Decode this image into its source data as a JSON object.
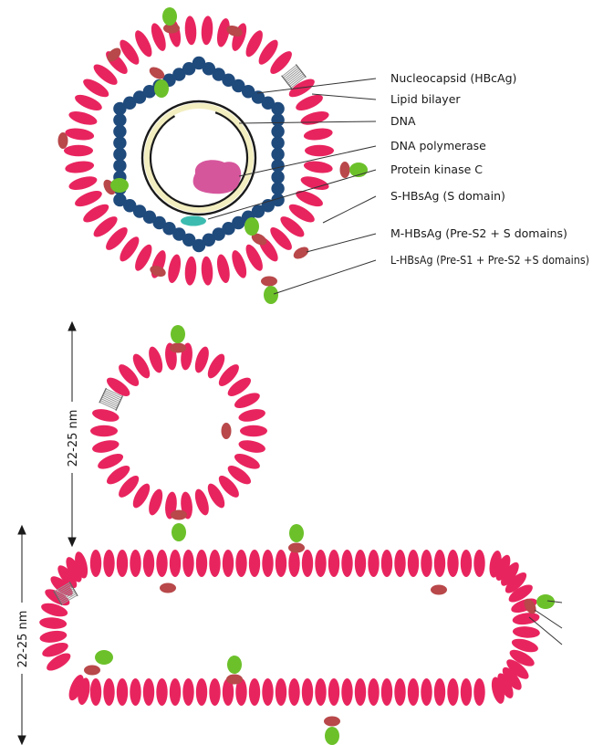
{
  "labels": {
    "nucleocapsid": "Nucleocapsid (HBcAg)",
    "lipid_bilayer": "Lipid  bilayer",
    "dna": "DNA",
    "dna_polymerase": "DNA  polymerase",
    "protein_kinase": "Protein kinase C",
    "s_hbsag": "S-HBsAg (S domain)",
    "m_hbsag": "M-HBsAg (Pre-S2 + S domains)",
    "l_hbsag": "L-HBsAg (Pre-S1 + Pre-S2 +S domains)"
  },
  "dimensions": {
    "sphere": "22-25 nm",
    "filament": "22-25 nm"
  },
  "colors": {
    "envelope": "#e8245e",
    "capsid": "#1f4a7c",
    "s_domain_oval": "#b8484a",
    "pre_s1_green": "#6cc12a",
    "kinase_teal": "#3cbcb0",
    "polymerase_pink": "#d6569c",
    "dna_ring_fill": "#f3eec0",
    "lipid_gray": "#9a9a9a"
  }
}
